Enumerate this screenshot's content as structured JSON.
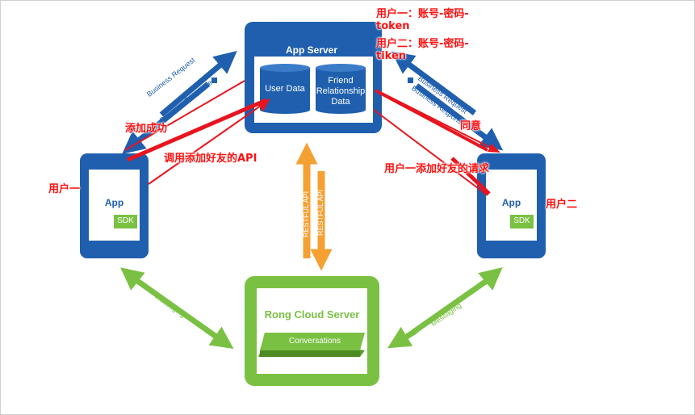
{
  "app_server": {
    "title": "App Server",
    "db1": "User Data",
    "db2_line1": "Friend",
    "db2_line2": "Relationship",
    "db2_line3": "Data"
  },
  "rong_cloud": {
    "title": "Rong Cloud Server",
    "platform": "Conversations"
  },
  "phone_left": {
    "app": "App",
    "sdk": "SDK"
  },
  "phone_right": {
    "app": "App",
    "sdk": "SDK"
  },
  "arrows": {
    "business_request": "Business Request",
    "business_response": "Business Response",
    "restful_api": "RESTFUL API",
    "messaging": "Messaging"
  },
  "annotations": {
    "user1_creds_line1": "用户一：账号-密码-",
    "user1_creds_line2": "token",
    "user2_creds_line1": "用户二：账号-密码-",
    "user2_creds_line2": "tiken",
    "add_success": "添加成功",
    "call_add_friend_api": "调用添加好友的API",
    "agree": "同意",
    "user1_add_request": "用户一添加好友的请求",
    "user1": "用户一",
    "user2": "用户二"
  },
  "colors": {
    "blue": "#1f5fae",
    "green": "#7ac143",
    "orange": "#f5a032",
    "red": "#e8141e"
  }
}
